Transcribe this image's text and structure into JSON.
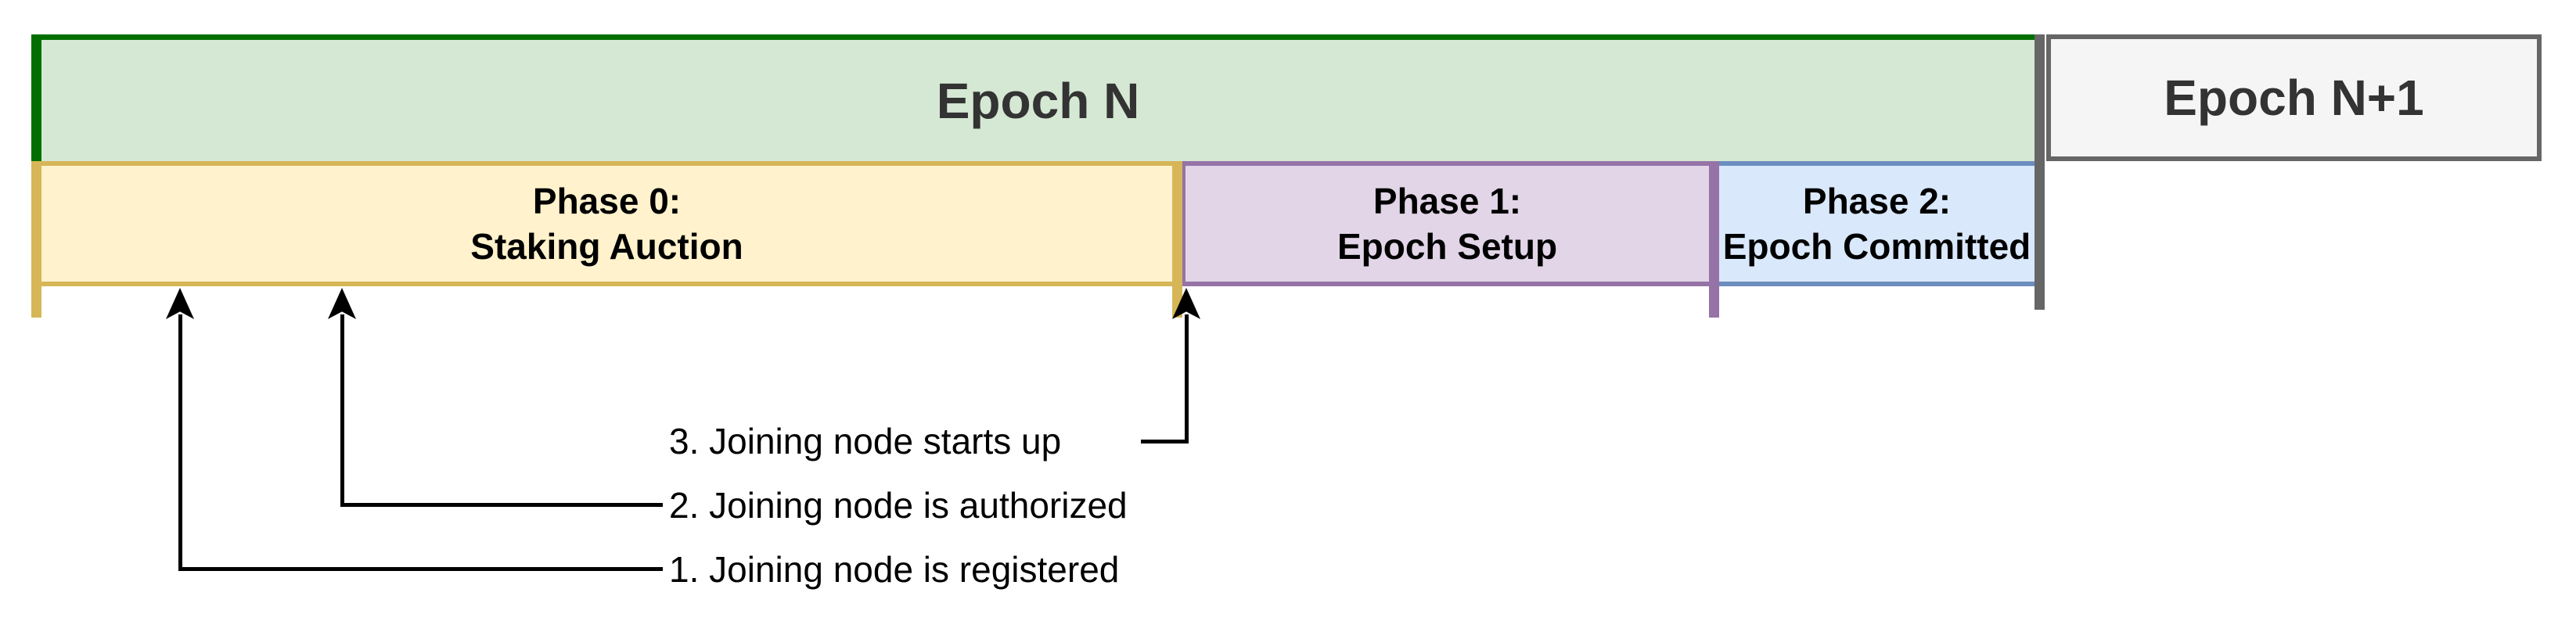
{
  "diagram": {
    "title_context": "Epoch phase timeline",
    "epochs": [
      {
        "label": "Epoch N"
      },
      {
        "label": "Epoch N+1"
      }
    ],
    "phases": [
      {
        "line1": "Phase 0:",
        "line2": "Staking Auction"
      },
      {
        "line1": "Phase 1:",
        "line2": "Epoch Setup"
      },
      {
        "line1": "Phase 2:",
        "line2": "Epoch Committed"
      }
    ],
    "events": [
      {
        "label": "1. Joining node is registered"
      },
      {
        "label": "2. Joining node is authorized"
      },
      {
        "label": "3. Joining node starts up"
      }
    ]
  },
  "colors": {
    "epoch_n_fill": "#D5E8D4",
    "epoch_n_stroke": "#006F00",
    "epoch_n1_fill": "#F5F5F5",
    "epoch_n1_stroke": "#666666",
    "phase0_fill": "#FFF2CC",
    "phase0_stroke": "#D6B656",
    "phase1_fill": "#E1D5E7",
    "phase1_stroke": "#9673A6",
    "phase2_fill": "#DAE8FC",
    "phase2_stroke": "#6C8EBF",
    "connector": "#000000"
  }
}
